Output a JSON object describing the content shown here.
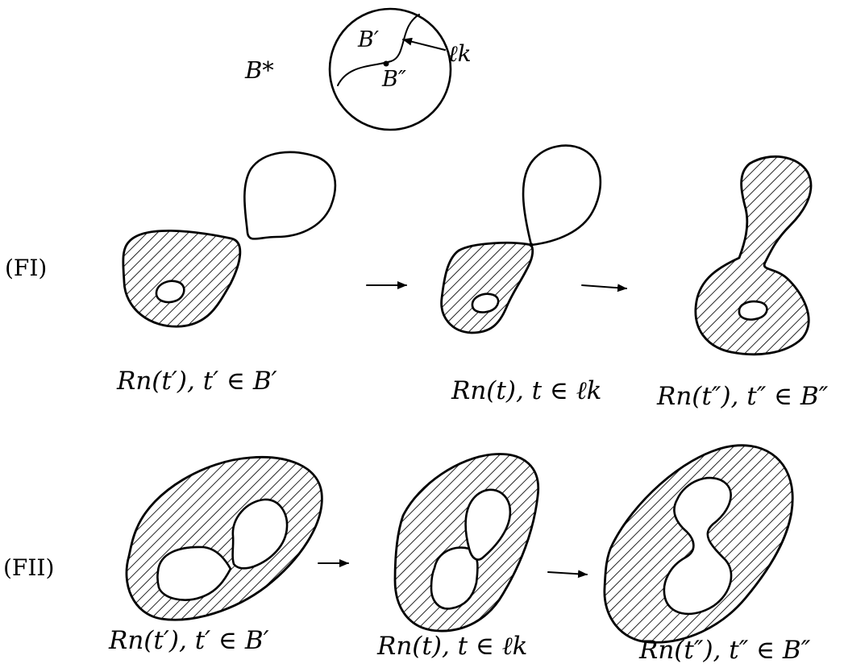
{
  "parameter_disk": {
    "outer_label": "B*",
    "region_upper": "B′",
    "region_lower": "B″",
    "curve_label": "ℓk"
  },
  "rows": [
    {
      "label": "(FI)",
      "captions": [
        "Rn(t′), t′ ∈ B′",
        "Rn(t), t ∈ ℓk",
        "Rn(t″), t″ ∈ B″"
      ]
    },
    {
      "label": "(FII)",
      "captions": [
        "Rn(t′), t′ ∈ B′",
        "Rn(t), t ∈ ℓk",
        "Rn(t″), t″ ∈ B″"
      ]
    }
  ],
  "arrow_icon": "right-arrow-icon"
}
